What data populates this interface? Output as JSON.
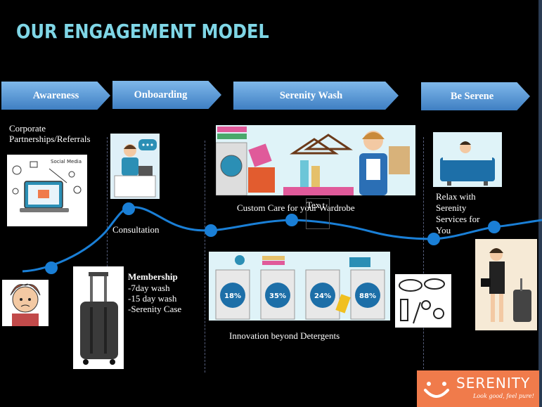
{
  "title": "OUR ENGAGEMENT MODEL",
  "stages": [
    {
      "label": "Awareness"
    },
    {
      "label": "Onboarding"
    },
    {
      "label": "Serenity Wash"
    },
    {
      "label": "Be Serene"
    }
  ],
  "labels": {
    "corporate": "Corporate Partnerships/Referrals",
    "consultation": "Consultation",
    "membership_title": "Membership",
    "membership_lines": [
      "-7day wash",
      "-15 day wash",
      "-Serenity Case"
    ],
    "custom_care": "Custom Care for your Wardrobe",
    "innovation": "Innovation beyond Detergents",
    "relax": "Relax with Serenity Services for You",
    "text_box": "Tex t"
  },
  "machine_percents": [
    "18%",
    "35%",
    "24%",
    "88%"
  ],
  "social_media": "Social Media",
  "logo": {
    "name": "SERENITY",
    "tagline": "Look good, feel pure!"
  },
  "colors": {
    "title": "#7fd6e6",
    "chevron_top": "#7fb8ea",
    "chevron_bottom": "#3f7fc3",
    "curve": "#1a7fd6",
    "logo_bg": "#f07b4b"
  }
}
